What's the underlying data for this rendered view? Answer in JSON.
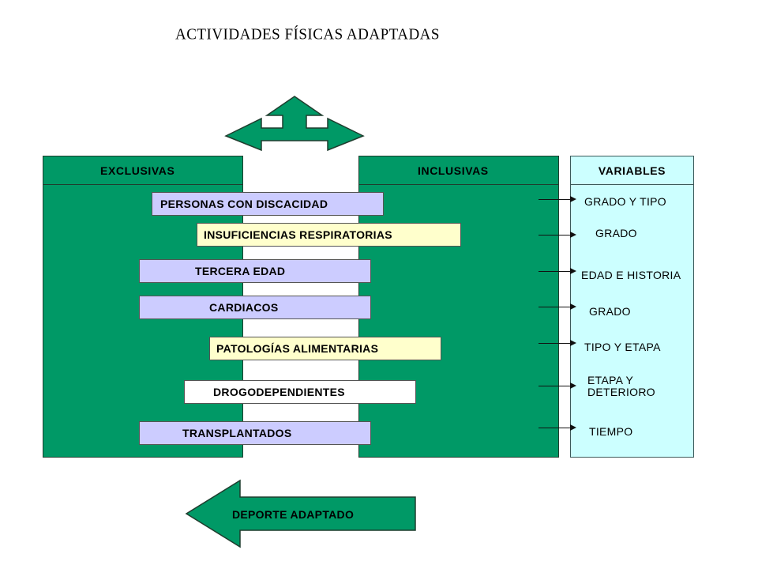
{
  "title": "ACTIVIDADES FÍSICAS ADAPTADAS",
  "panels": {
    "exclusivas": "EXCLUSIVAS",
    "inclusivas": "INCLUSIVAS",
    "variables": "VARIABLES"
  },
  "groups": [
    {
      "label": "PERSONAS CON DISCACIDAD",
      "variable": "GRADO Y TIPO",
      "color": "#ccccff"
    },
    {
      "label": "INSUFICIENCIAS RESPIRATORIAS",
      "variable": "GRADO",
      "color": "#ffffcc"
    },
    {
      "label": "TERCERA EDAD",
      "variable": "EDAD E HISTORIA",
      "color": "#ccccff"
    },
    {
      "label": "CARDIACOS",
      "variable": "GRADO",
      "color": "#ccccff"
    },
    {
      "label": "PATOLOGÍAS ALIMENTARIAS",
      "variable": "TIPO Y ETAPA",
      "color": "#ffffcc"
    },
    {
      "label": "DROGODEPENDIENTES",
      "variable": "ETAPA Y DETERIORO",
      "color": "#ffffff"
    },
    {
      "label": "TRANSPLANTADOS",
      "variable": "TIEMPO",
      "color": "#ccccff"
    }
  ],
  "deporte_arrow": "DEPORTE ADAPTADO",
  "colors": {
    "panel_green": "#009966",
    "variables_bg": "#ccffff",
    "lavender": "#ccccff",
    "pale_yellow": "#ffffcc"
  }
}
